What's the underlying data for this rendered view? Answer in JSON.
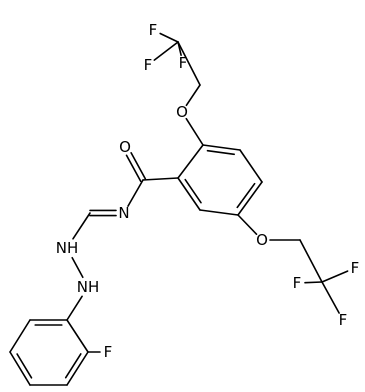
{
  "molecule": {
    "atoms": [
      {
        "id": "F1",
        "label": "F",
        "visible": true
      },
      {
        "id": "F2",
        "label": "F",
        "visible": true
      },
      {
        "id": "F3",
        "label": "F",
        "visible": true
      },
      {
        "id": "C1",
        "label": "",
        "visible": false
      },
      {
        "id": "C2",
        "label": "",
        "visible": false
      },
      {
        "id": "O1",
        "label": "O",
        "visible": true
      },
      {
        "id": "Ca1",
        "label": "",
        "visible": false
      },
      {
        "id": "Ca2",
        "label": "",
        "visible": false
      },
      {
        "id": "Ca3",
        "label": "",
        "visible": false
      },
      {
        "id": "Ca4",
        "label": "",
        "visible": false
      },
      {
        "id": "Ca5",
        "label": "",
        "visible": false
      },
      {
        "id": "Ca6",
        "label": "",
        "visible": false
      },
      {
        "id": "O2",
        "label": "O",
        "visible": true
      },
      {
        "id": "C3",
        "label": "",
        "visible": false
      },
      {
        "id": "C4",
        "label": "",
        "visible": false
      },
      {
        "id": "F4",
        "label": "F",
        "visible": true
      },
      {
        "id": "F5",
        "label": "F",
        "visible": true
      },
      {
        "id": "F6",
        "label": "F",
        "visible": true
      },
      {
        "id": "Cc",
        "label": "",
        "visible": false
      },
      {
        "id": "Oc",
        "label": "O",
        "visible": true
      },
      {
        "id": "N1",
        "label": "N",
        "visible": true
      },
      {
        "id": "Cm",
        "label": "",
        "visible": false
      },
      {
        "id": "N2",
        "label": "NH",
        "visible": true
      },
      {
        "id": "N3",
        "label": "NH",
        "visible": true
      },
      {
        "id": "Cp1",
        "label": "",
        "visible": false
      },
      {
        "id": "Cp2",
        "label": "",
        "visible": false
      },
      {
        "id": "Cp3",
        "label": "",
        "visible": false
      },
      {
        "id": "Cp4",
        "label": "",
        "visible": false
      },
      {
        "id": "Cp5",
        "label": "",
        "visible": false
      },
      {
        "id": "Cp6",
        "label": "",
        "visible": false
      },
      {
        "id": "F7",
        "label": "F",
        "visible": true
      }
    ],
    "bonds": [
      {
        "a": "F1",
        "b": "C1",
        "order": 1
      },
      {
        "a": "F2",
        "b": "C1",
        "order": 1
      },
      {
        "a": "F3",
        "b": "C1",
        "order": 1
      },
      {
        "a": "C1",
        "b": "C2",
        "order": 1
      },
      {
        "a": "C2",
        "b": "O1",
        "order": 1
      },
      {
        "a": "O1",
        "b": "Ca1",
        "order": 1
      },
      {
        "a": "Ca1",
        "b": "Ca2",
        "order": 2
      },
      {
        "a": "Ca2",
        "b": "Ca3",
        "order": 1
      },
      {
        "a": "Ca3",
        "b": "Ca4",
        "order": 2
      },
      {
        "a": "Ca4",
        "b": "Ca5",
        "order": 1
      },
      {
        "a": "Ca5",
        "b": "Ca6",
        "order": 2
      },
      {
        "a": "Ca6",
        "b": "Ca1",
        "order": 1
      },
      {
        "a": "Ca4",
        "b": "O2",
        "order": 1
      },
      {
        "a": "O2",
        "b": "C3",
        "order": 1
      },
      {
        "a": "C3",
        "b": "C4",
        "order": 1
      },
      {
        "a": "C4",
        "b": "F4",
        "order": 1
      },
      {
        "a": "C4",
        "b": "F5",
        "order": 1
      },
      {
        "a": "C4",
        "b": "F6",
        "order": 1
      },
      {
        "a": "Ca6",
        "b": "Cc",
        "order": 1
      },
      {
        "a": "Cc",
        "b": "Oc",
        "order": 2
      },
      {
        "a": "Cc",
        "b": "N1",
        "order": 1
      },
      {
        "a": "N1",
        "b": "Cm",
        "order": 2
      },
      {
        "a": "Cm",
        "b": "N2",
        "order": 1
      },
      {
        "a": "N2",
        "b": "N3",
        "order": 1
      },
      {
        "a": "N3",
        "b": "Cp1",
        "order": 1
      },
      {
        "a": "Cp1",
        "b": "Cp2",
        "order": 2
      },
      {
        "a": "Cp2",
        "b": "Cp3",
        "order": 1
      },
      {
        "a": "Cp3",
        "b": "Cp4",
        "order": 2
      },
      {
        "a": "Cp4",
        "b": "Cp5",
        "order": 1
      },
      {
        "a": "Cp5",
        "b": "Cp6",
        "order": 2
      },
      {
        "a": "Cp6",
        "b": "Cp1",
        "order": 1
      },
      {
        "a": "Cp6",
        "b": "F7",
        "order": 1
      }
    ]
  },
  "colors": {
    "bond": "#000000",
    "text": "#000000",
    "background": "#ffffff"
  }
}
